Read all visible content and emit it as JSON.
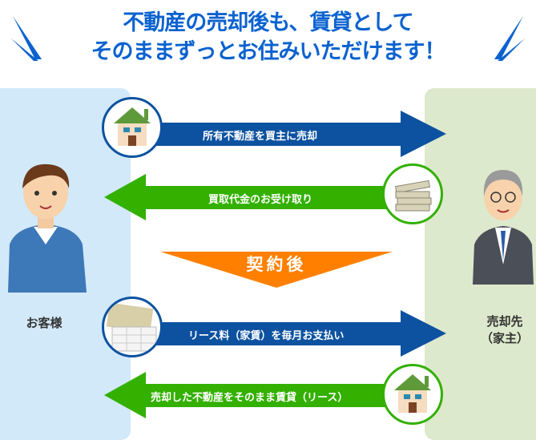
{
  "title": {
    "line1": "不動産の売却後も、賃貸として",
    "line2": "そのままずっとお住みいただけます！"
  },
  "arrows": [
    {
      "label": "所有不動産を買主に売却",
      "direction": "right",
      "color": "#0d52a0"
    },
    {
      "label": "買取代金のお受け取り",
      "direction": "left",
      "color": "#33b000"
    },
    {
      "label": "リース料（家賃）を毎月お支払い",
      "direction": "right",
      "color": "#0d52a0"
    },
    {
      "label": "売却した不動産をそのまま賃貸（リース）",
      "direction": "left",
      "color": "#33b000"
    }
  ],
  "divider": {
    "label": "契約後",
    "color": "#ff8000"
  },
  "parties": {
    "customer": "お客様",
    "seller_line1": "売却先",
    "seller_line2": "（家主）"
  },
  "colors": {
    "title": "#0a62d0",
    "left_panel": "#d2e9fa",
    "right_panel": "#dde9cc"
  }
}
